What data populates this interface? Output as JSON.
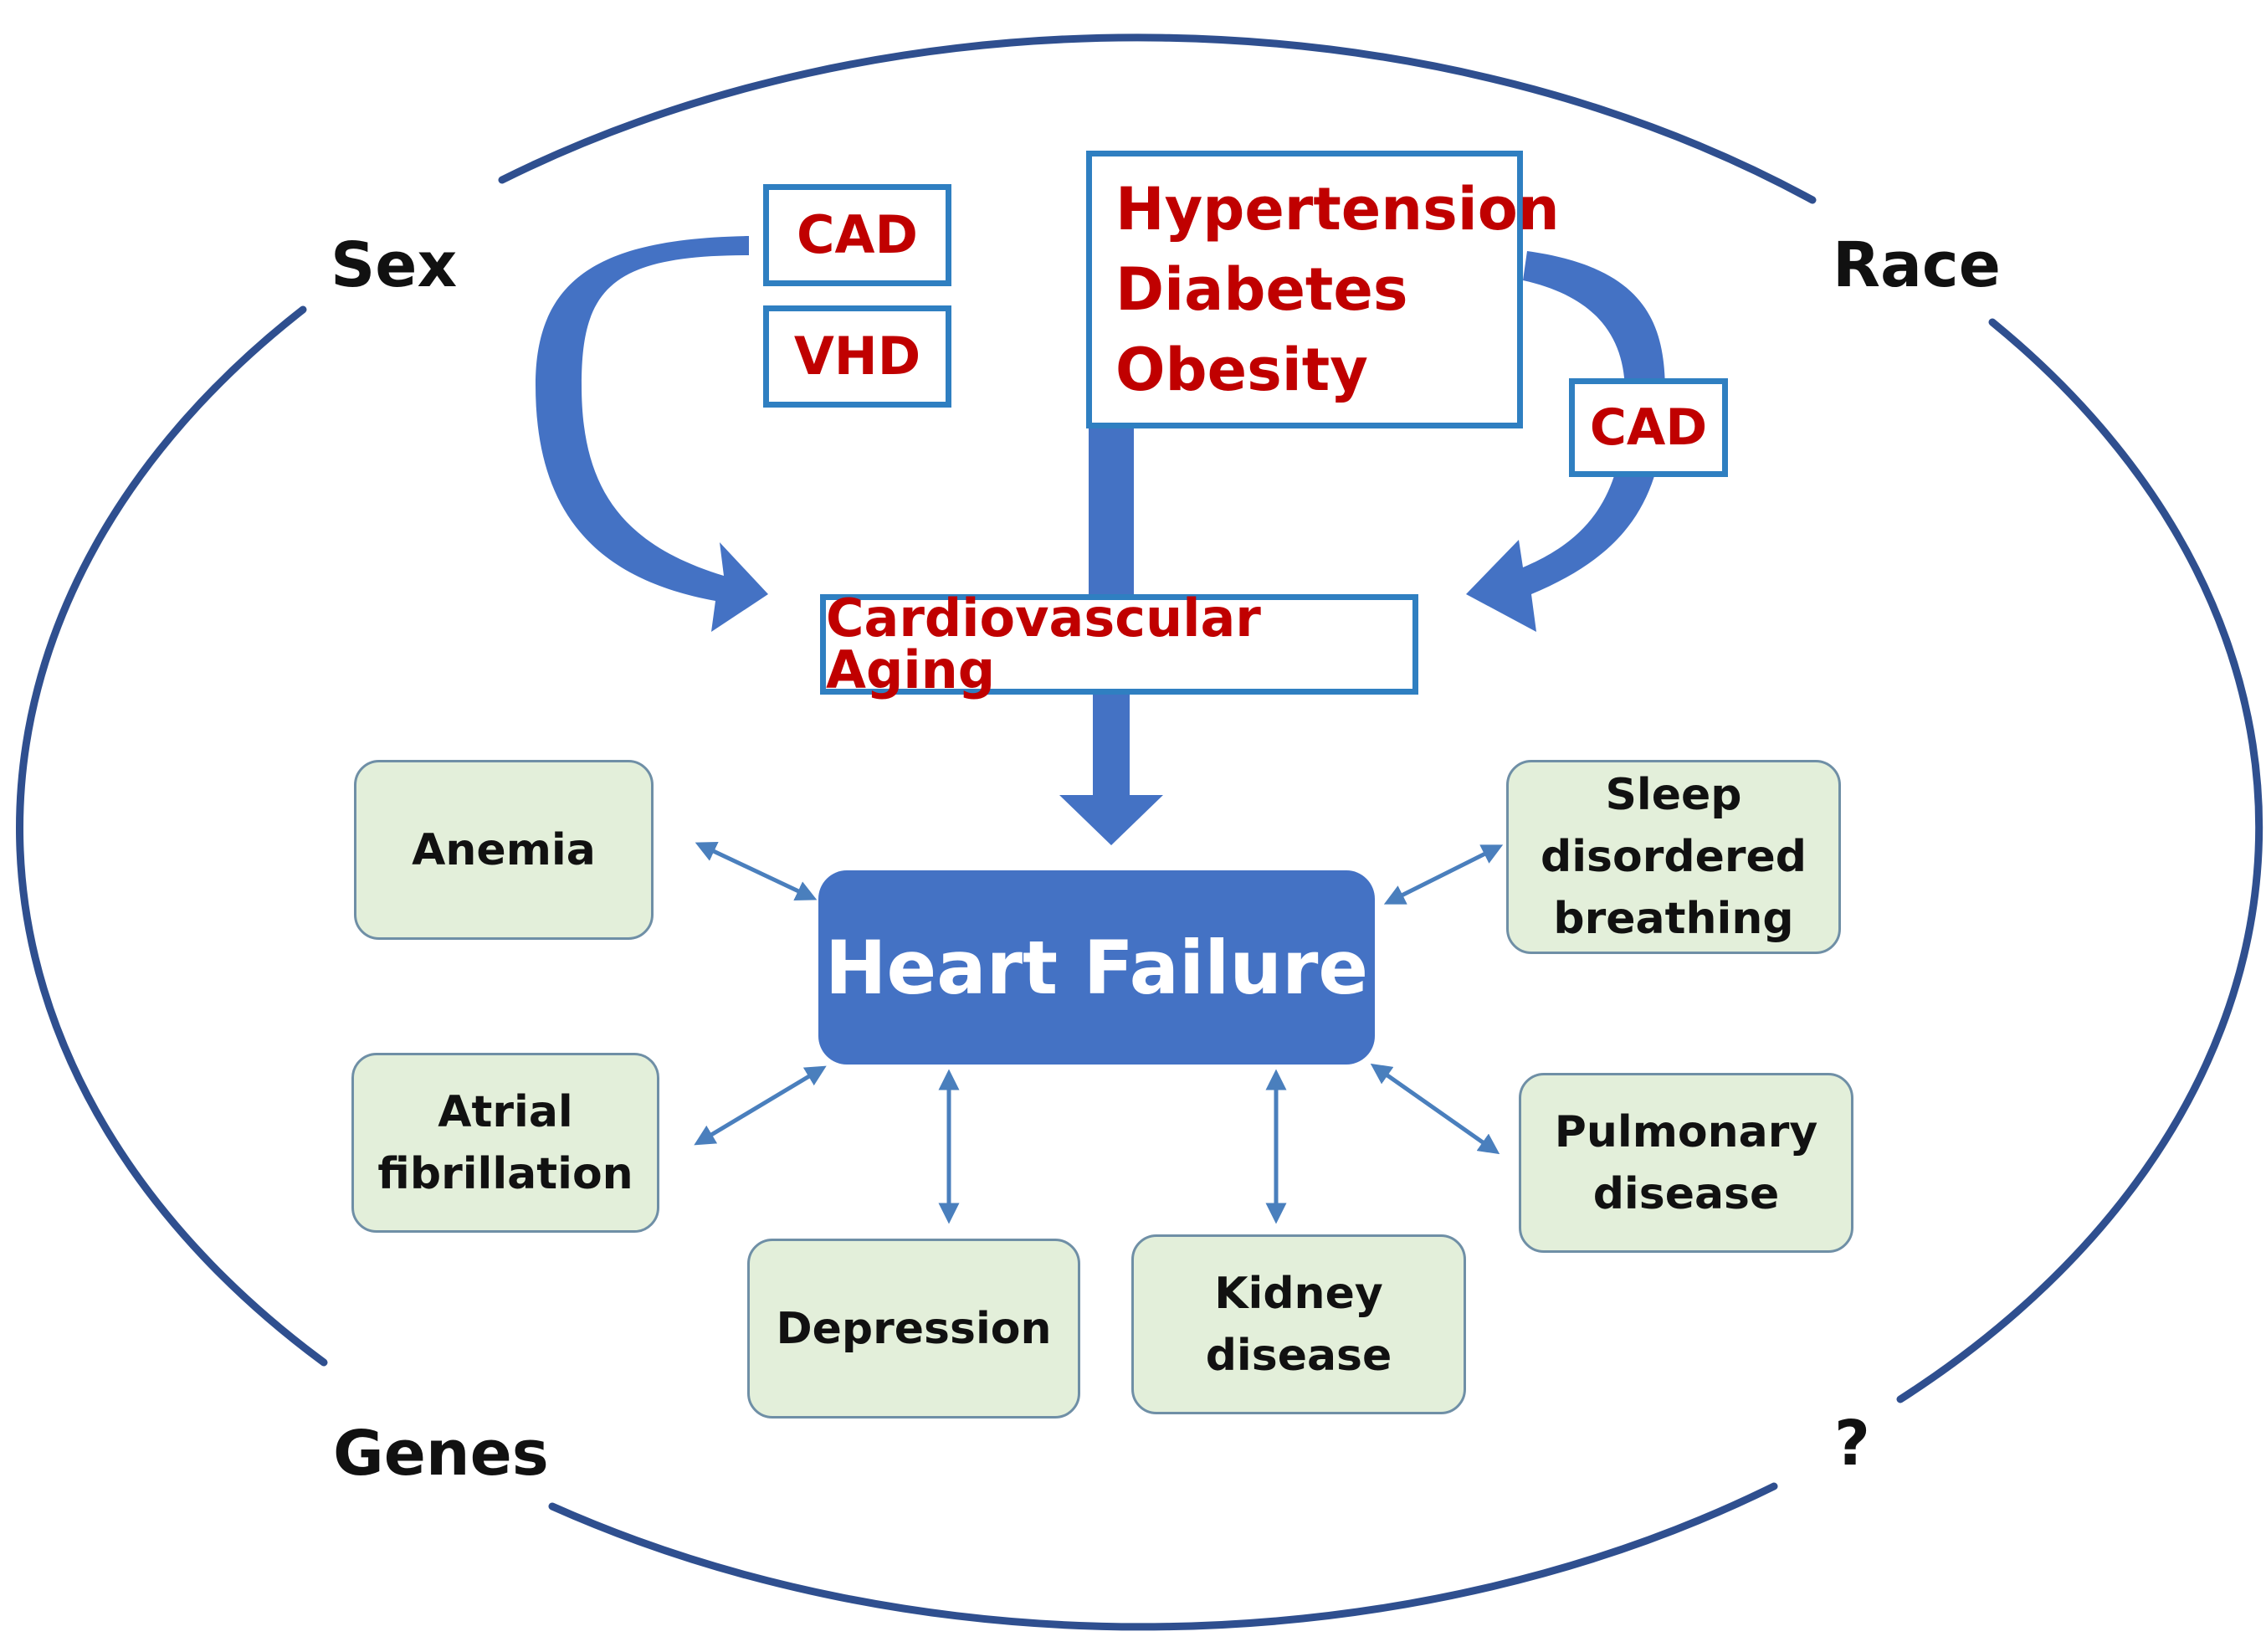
{
  "corners": {
    "top_left": "Sex",
    "top_right": "Race",
    "bottom_left": "Genes",
    "bottom_right": "?"
  },
  "left_factors": [
    "CAD",
    "VHD"
  ],
  "center_factors": [
    "Hypertension",
    "Diabetes",
    "Obesity"
  ],
  "right_factor": "CAD",
  "aging": "Cardiovascular Aging",
  "center": "Heart Failure",
  "comorbidities": {
    "anemia": "Anemia",
    "sleep": "Sleep\ndisordered\nbreathing",
    "afib": "Atrial\nfibrillation",
    "pulmonary": "Pulmonary\ndisease",
    "depression": "Depression",
    "kidney": "Kidney\ndisease"
  },
  "colors": {
    "outline": "#2f4f8f",
    "arrow_blue": "#4472c4",
    "box_border": "#2f7fc1",
    "label_red": "#c00000",
    "comorbidity_fill": "#e3efda"
  }
}
